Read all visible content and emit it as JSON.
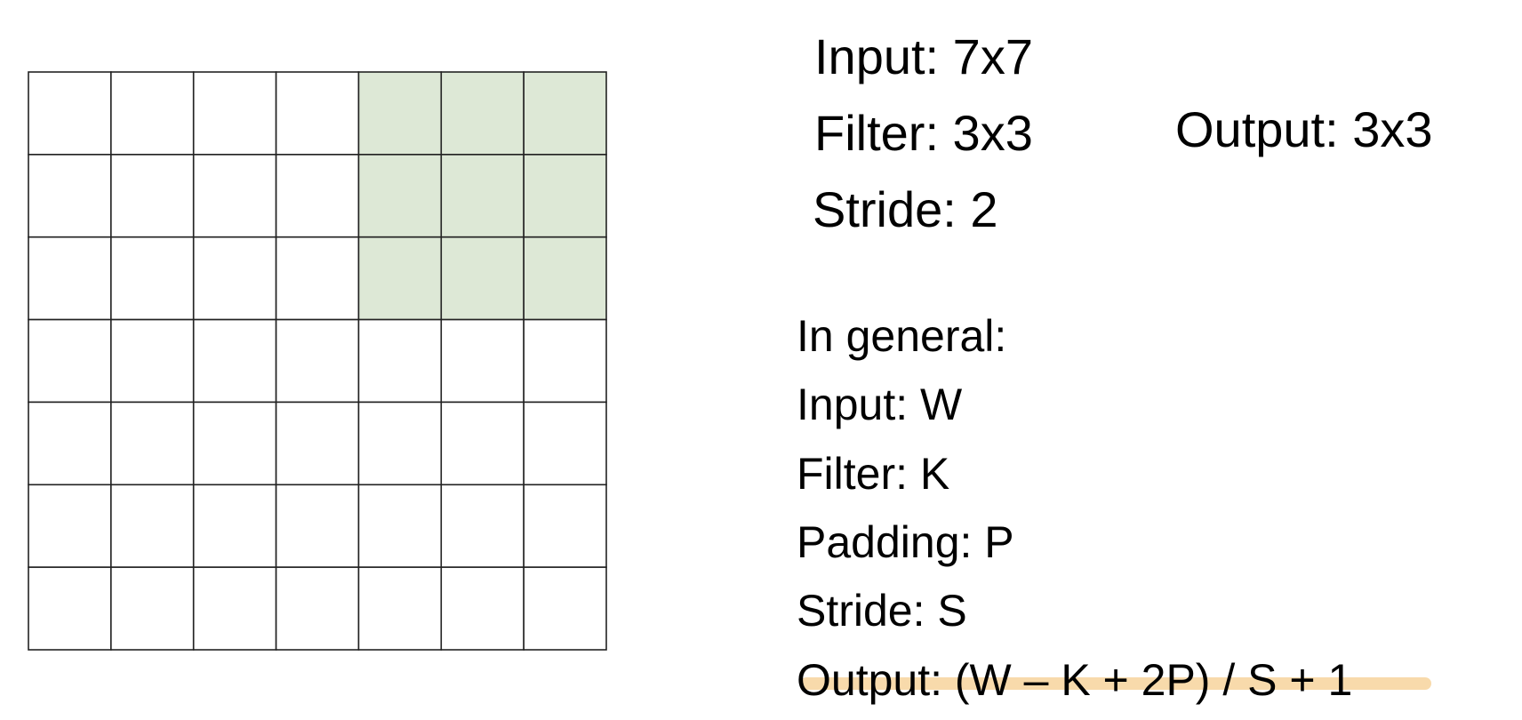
{
  "grid": {
    "rows": 7,
    "cols": 7,
    "highlighted_rows": [
      0,
      1,
      2
    ],
    "highlighted_cols": [
      4,
      5,
      6
    ],
    "cell_fill": "#ffffff",
    "highlight_fill": "#dde8d6",
    "line_color": "#222222"
  },
  "example": {
    "input": "Input: 7x7",
    "filter": "Filter: 3x3",
    "stride": "Stride: 2",
    "output": "Output: 3x3"
  },
  "general": {
    "heading": "In general:",
    "input": "Input: W",
    "filter": "Filter: K",
    "padding": "Padding: P",
    "stride": "Stride: S",
    "output": "Output: (W – K + 2P) / S + 1"
  },
  "colors": {
    "formula_highlight": "#f7d49c"
  }
}
